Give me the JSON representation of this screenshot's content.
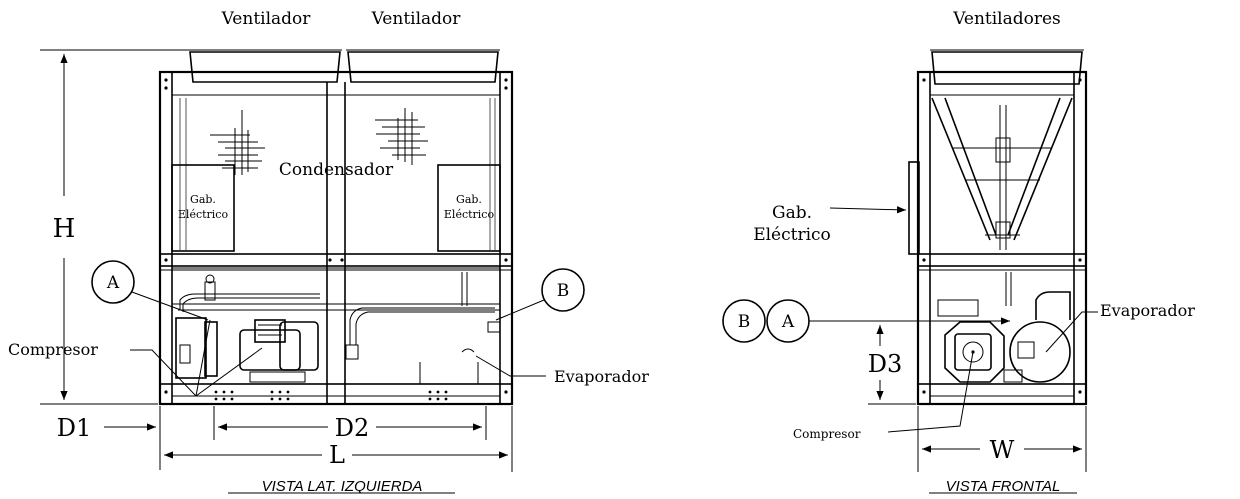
{
  "left_view": {
    "fan_label_1": "Ventilador",
    "fan_label_2": "Ventilador",
    "condenser_label": "Condensador",
    "cabinet_left_line1": "Gab.",
    "cabinet_left_line2": "Eléctrico",
    "cabinet_right_line1": "Gab.",
    "cabinet_right_line2": "Eléctrico",
    "compressor_label": "Compresor",
    "evaporator_label": "Evaporador",
    "callout_a": "A",
    "callout_b": "B",
    "dim_h": "H",
    "dim_d1": "D1",
    "dim_d2": "D2",
    "dim_l": "L",
    "caption": "VISTA LAT. IZQUIERDA"
  },
  "front_view": {
    "fans_label": "Ventiladores",
    "cabinet_line1": "Gab.",
    "cabinet_line2": "Eléctrico",
    "evaporator_label": "Evaporador",
    "compressor_label": "Compresor",
    "callout_b": "B",
    "callout_a": "A",
    "dim_d3": "D3",
    "dim_w": "W",
    "caption": "VISTA FRONTAL"
  }
}
